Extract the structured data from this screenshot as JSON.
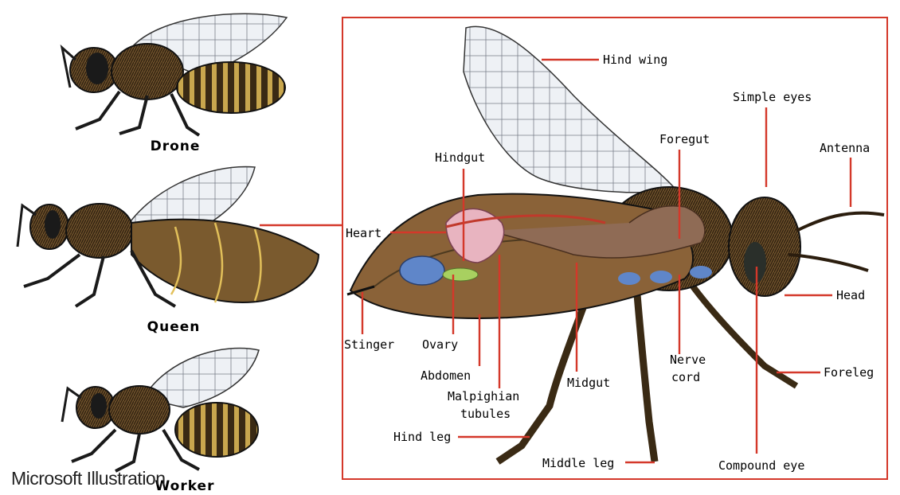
{
  "captions": {
    "drone": "Drone",
    "queen": "Queen",
    "worker": "Worker"
  },
  "labels": {
    "hind_wing": "Hind wing",
    "simple_eyes": "Simple eyes",
    "foregut": "Foregut",
    "antenna": "Antenna",
    "hindgut": "Hindgut",
    "heart": "Heart",
    "head": "Head",
    "stinger": "Stinger",
    "ovary": "Ovary",
    "abdomen": "Abdomen",
    "malpighian_1": "Malpighian",
    "malpighian_2": "tubules",
    "midgut": "Midgut",
    "nerve_cord_1": "Nerve",
    "nerve_cord_2": "cord",
    "foreleg": "Foreleg",
    "hind_leg": "Hind leg",
    "middle_leg": "Middle leg",
    "compound_eye": "Compound eye"
  },
  "credit": "Microsoft Illustration",
  "colors": {
    "frame": "#d4382a",
    "leader": "#d4382a",
    "abdomen": "#8a6238",
    "stripe": "#e2c05a",
    "wing": "#e9edf2",
    "organ_blue": "#5f86c9",
    "ovary_green": "#a8d060",
    "tubule_pink": "#e8b4c0"
  }
}
